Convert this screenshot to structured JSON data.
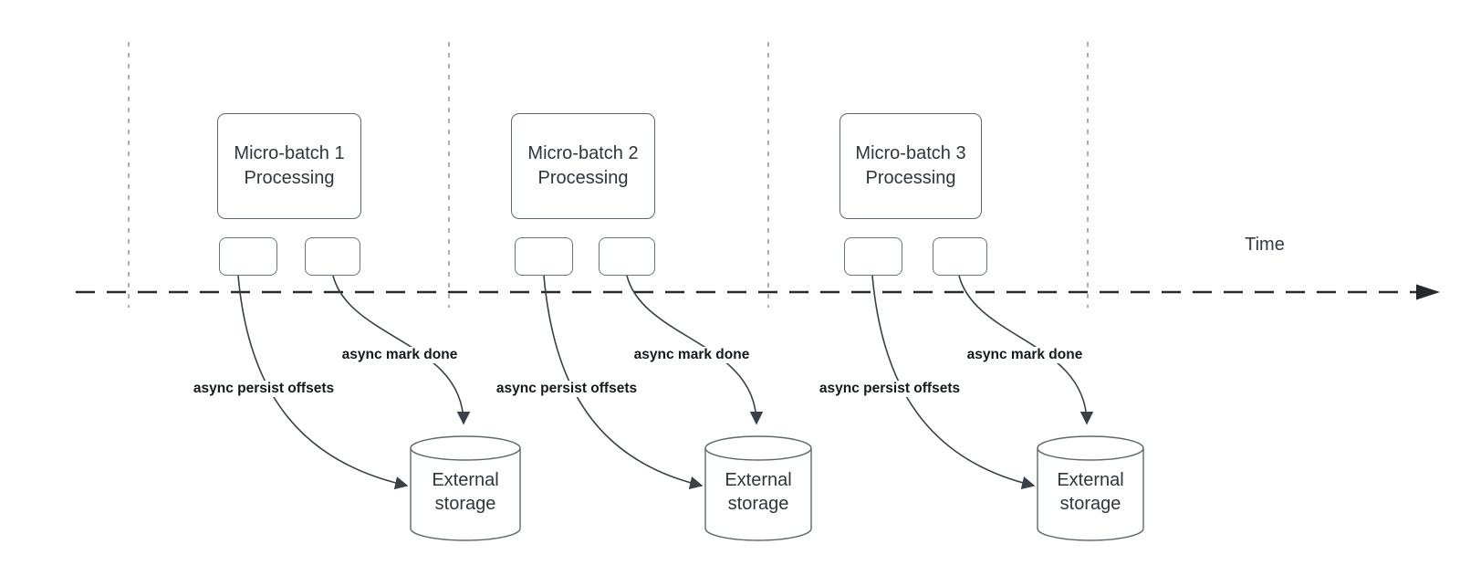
{
  "time_axis": {
    "label": "Time"
  },
  "batches": [
    {
      "title_line1": "Micro-batch 1",
      "title_line2": "Processing",
      "persist_arrow_label": "async persist offsets",
      "mark_done_arrow_label": "async mark done",
      "storage_line1": "External",
      "storage_line2": "storage"
    },
    {
      "title_line1": "Micro-batch 2",
      "title_line2": "Processing",
      "persist_arrow_label": "async persist offsets",
      "mark_done_arrow_label": "async mark done",
      "storage_line1": "External",
      "storage_line2": "storage"
    },
    {
      "title_line1": "Micro-batch 3",
      "title_line2": "Processing",
      "persist_arrow_label": "async persist offsets",
      "mark_done_arrow_label": "async mark done",
      "storage_line1": "External",
      "storage_line2": "storage"
    }
  ],
  "colors": {
    "shape_border": "#60686f",
    "arrow_stroke": "#3a4047",
    "timeline_stroke": "#24292d",
    "guide_line_stroke": "#a4a7ab",
    "shape_text": "#2f353e",
    "label_text": "#15181c"
  }
}
